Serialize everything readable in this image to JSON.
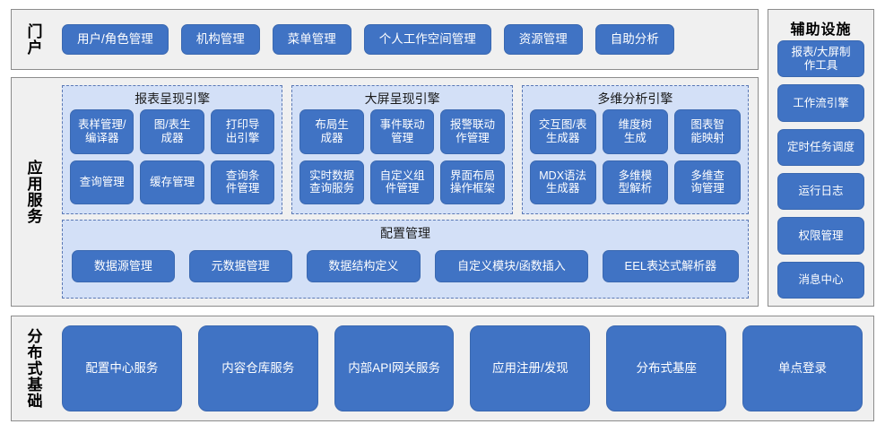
{
  "theme": {
    "panel_bg": "#f0f0f0",
    "panel_border": "#8c8c8c",
    "button_fill": "#4073c4",
    "button_text": "#ffffff",
    "group_fill": "#d3e0f7",
    "group_border": "#5b79b5",
    "page_bg": "#ffffff"
  },
  "portal": {
    "label": "门户",
    "items": [
      {
        "label": "用户/角色管理"
      },
      {
        "label": "机构管理"
      },
      {
        "label": "菜单管理"
      },
      {
        "label": "个人工作空间管理"
      },
      {
        "label": "资源管理"
      },
      {
        "label": "自助分析"
      }
    ]
  },
  "auxiliary": {
    "title": "辅助设施",
    "items": [
      {
        "label": "报表/大屏制\n作工具"
      },
      {
        "label": "工作流引擎"
      },
      {
        "label": "定时任务调度"
      },
      {
        "label": "运行日志"
      },
      {
        "label": "权限管理"
      },
      {
        "label": "消息中心"
      }
    ]
  },
  "app_services": {
    "label": "应用服务",
    "engines": [
      {
        "title": "报表呈现引擎",
        "items": [
          {
            "label": "表样管理/\n编译器"
          },
          {
            "label": "图/表生\n成器"
          },
          {
            "label": "打印导\n出引擎"
          },
          {
            "label": "查询管理"
          },
          {
            "label": "缓存管理"
          },
          {
            "label": "查询条\n件管理"
          }
        ]
      },
      {
        "title": "大屏呈现引擎",
        "items": [
          {
            "label": "布局生\n成器"
          },
          {
            "label": "事件联动\n管理"
          },
          {
            "label": "报警联动\n作管理"
          },
          {
            "label": "实时数据\n查询服务"
          },
          {
            "label": "自定义组\n件管理"
          },
          {
            "label": "界面布局\n操作框架"
          }
        ]
      },
      {
        "title": "多维分析引擎",
        "items": [
          {
            "label": "交互图/表\n生成器"
          },
          {
            "label": "维度树\n生成"
          },
          {
            "label": "图表智\n能映射"
          },
          {
            "label": "MDX语法\n生成器"
          },
          {
            "label": "多维模\n型解析"
          },
          {
            "label": "多维查\n询管理"
          }
        ]
      }
    ],
    "config": {
      "title": "配置管理",
      "items": [
        {
          "label": "数据源管理"
        },
        {
          "label": "元数据管理"
        },
        {
          "label": "数据结构定义"
        },
        {
          "label": "自定义模块/函数插入"
        },
        {
          "label": "EEL表达式解析器"
        }
      ]
    }
  },
  "distributed_base": {
    "label": "分布式基础",
    "items": [
      {
        "label": "配置中心服务"
      },
      {
        "label": "内容仓库服务"
      },
      {
        "label": "内部API网关服务"
      },
      {
        "label": "应用注册/发现"
      },
      {
        "label": "分布式基座"
      },
      {
        "label": "单点登录"
      }
    ]
  }
}
